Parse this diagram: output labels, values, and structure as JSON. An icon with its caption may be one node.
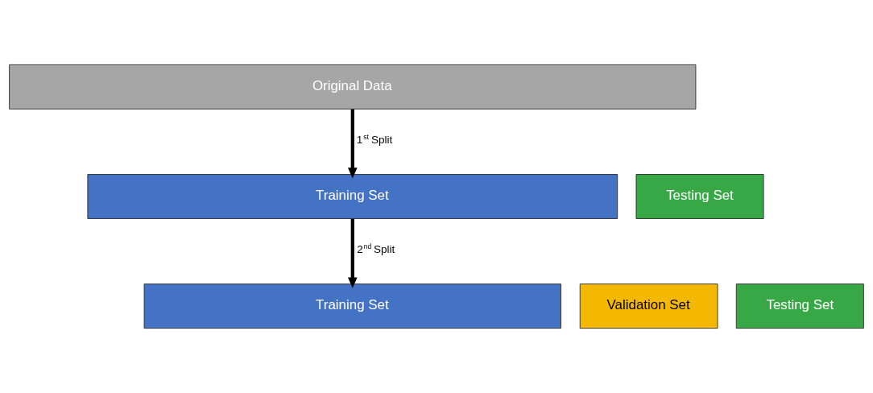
{
  "diagram": {
    "nodes": [
      {
        "text": [
          "Original Data"
        ]
      },
      {
        "text": [
          "Training Set"
        ]
      },
      {
        "text": [
          "Testing Set"
        ]
      },
      {
        "text": [
          "Training Set"
        ]
      },
      {
        "text": [
          "Validation Set"
        ]
      },
      {
        "text": [
          "Testing Set"
        ]
      }
    ],
    "edges": [
      {
        "from": 0,
        "to": 1,
        "arrow": "to",
        "label": "1$^{st}$ Split"
      },
      {
        "from": 1,
        "to": 3,
        "arrow": "to",
        "label": "2$^{nd}$ Split"
      }
    ]
  }
}
